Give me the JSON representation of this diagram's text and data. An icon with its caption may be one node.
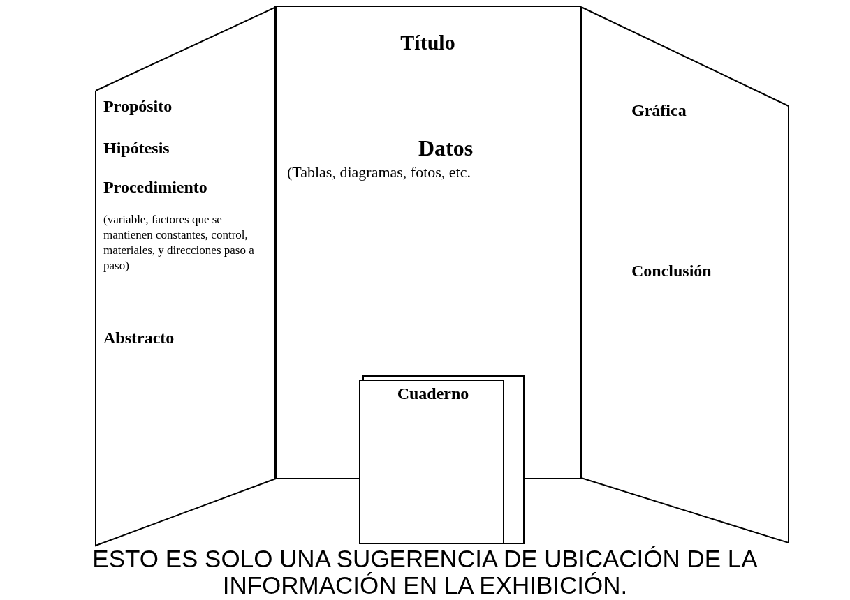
{
  "diagram": {
    "caption": "ESTO ES SOLO UNA SUGERENCIA DE UBICACIÓN DE LA INFORMACIÓN EN LA EXHIBICIÓN.",
    "nodes": [
      {
        "text": [
          "Propósito",
          "Hipótesis",
          "Procedimiento",
          "(variable, factores que se mantienen constantes, control, materiales, y direcciones paso a paso)",
          "Abstracto"
        ]
      },
      {
        "text": [
          "Título",
          "Datos",
          "(Tablas, diagramas, fotos, etc."
        ]
      },
      {
        "text": [
          "Gráfica",
          "Conclusión"
        ]
      },
      {
        "text": [
          "Cuaderno"
        ]
      }
    ]
  }
}
